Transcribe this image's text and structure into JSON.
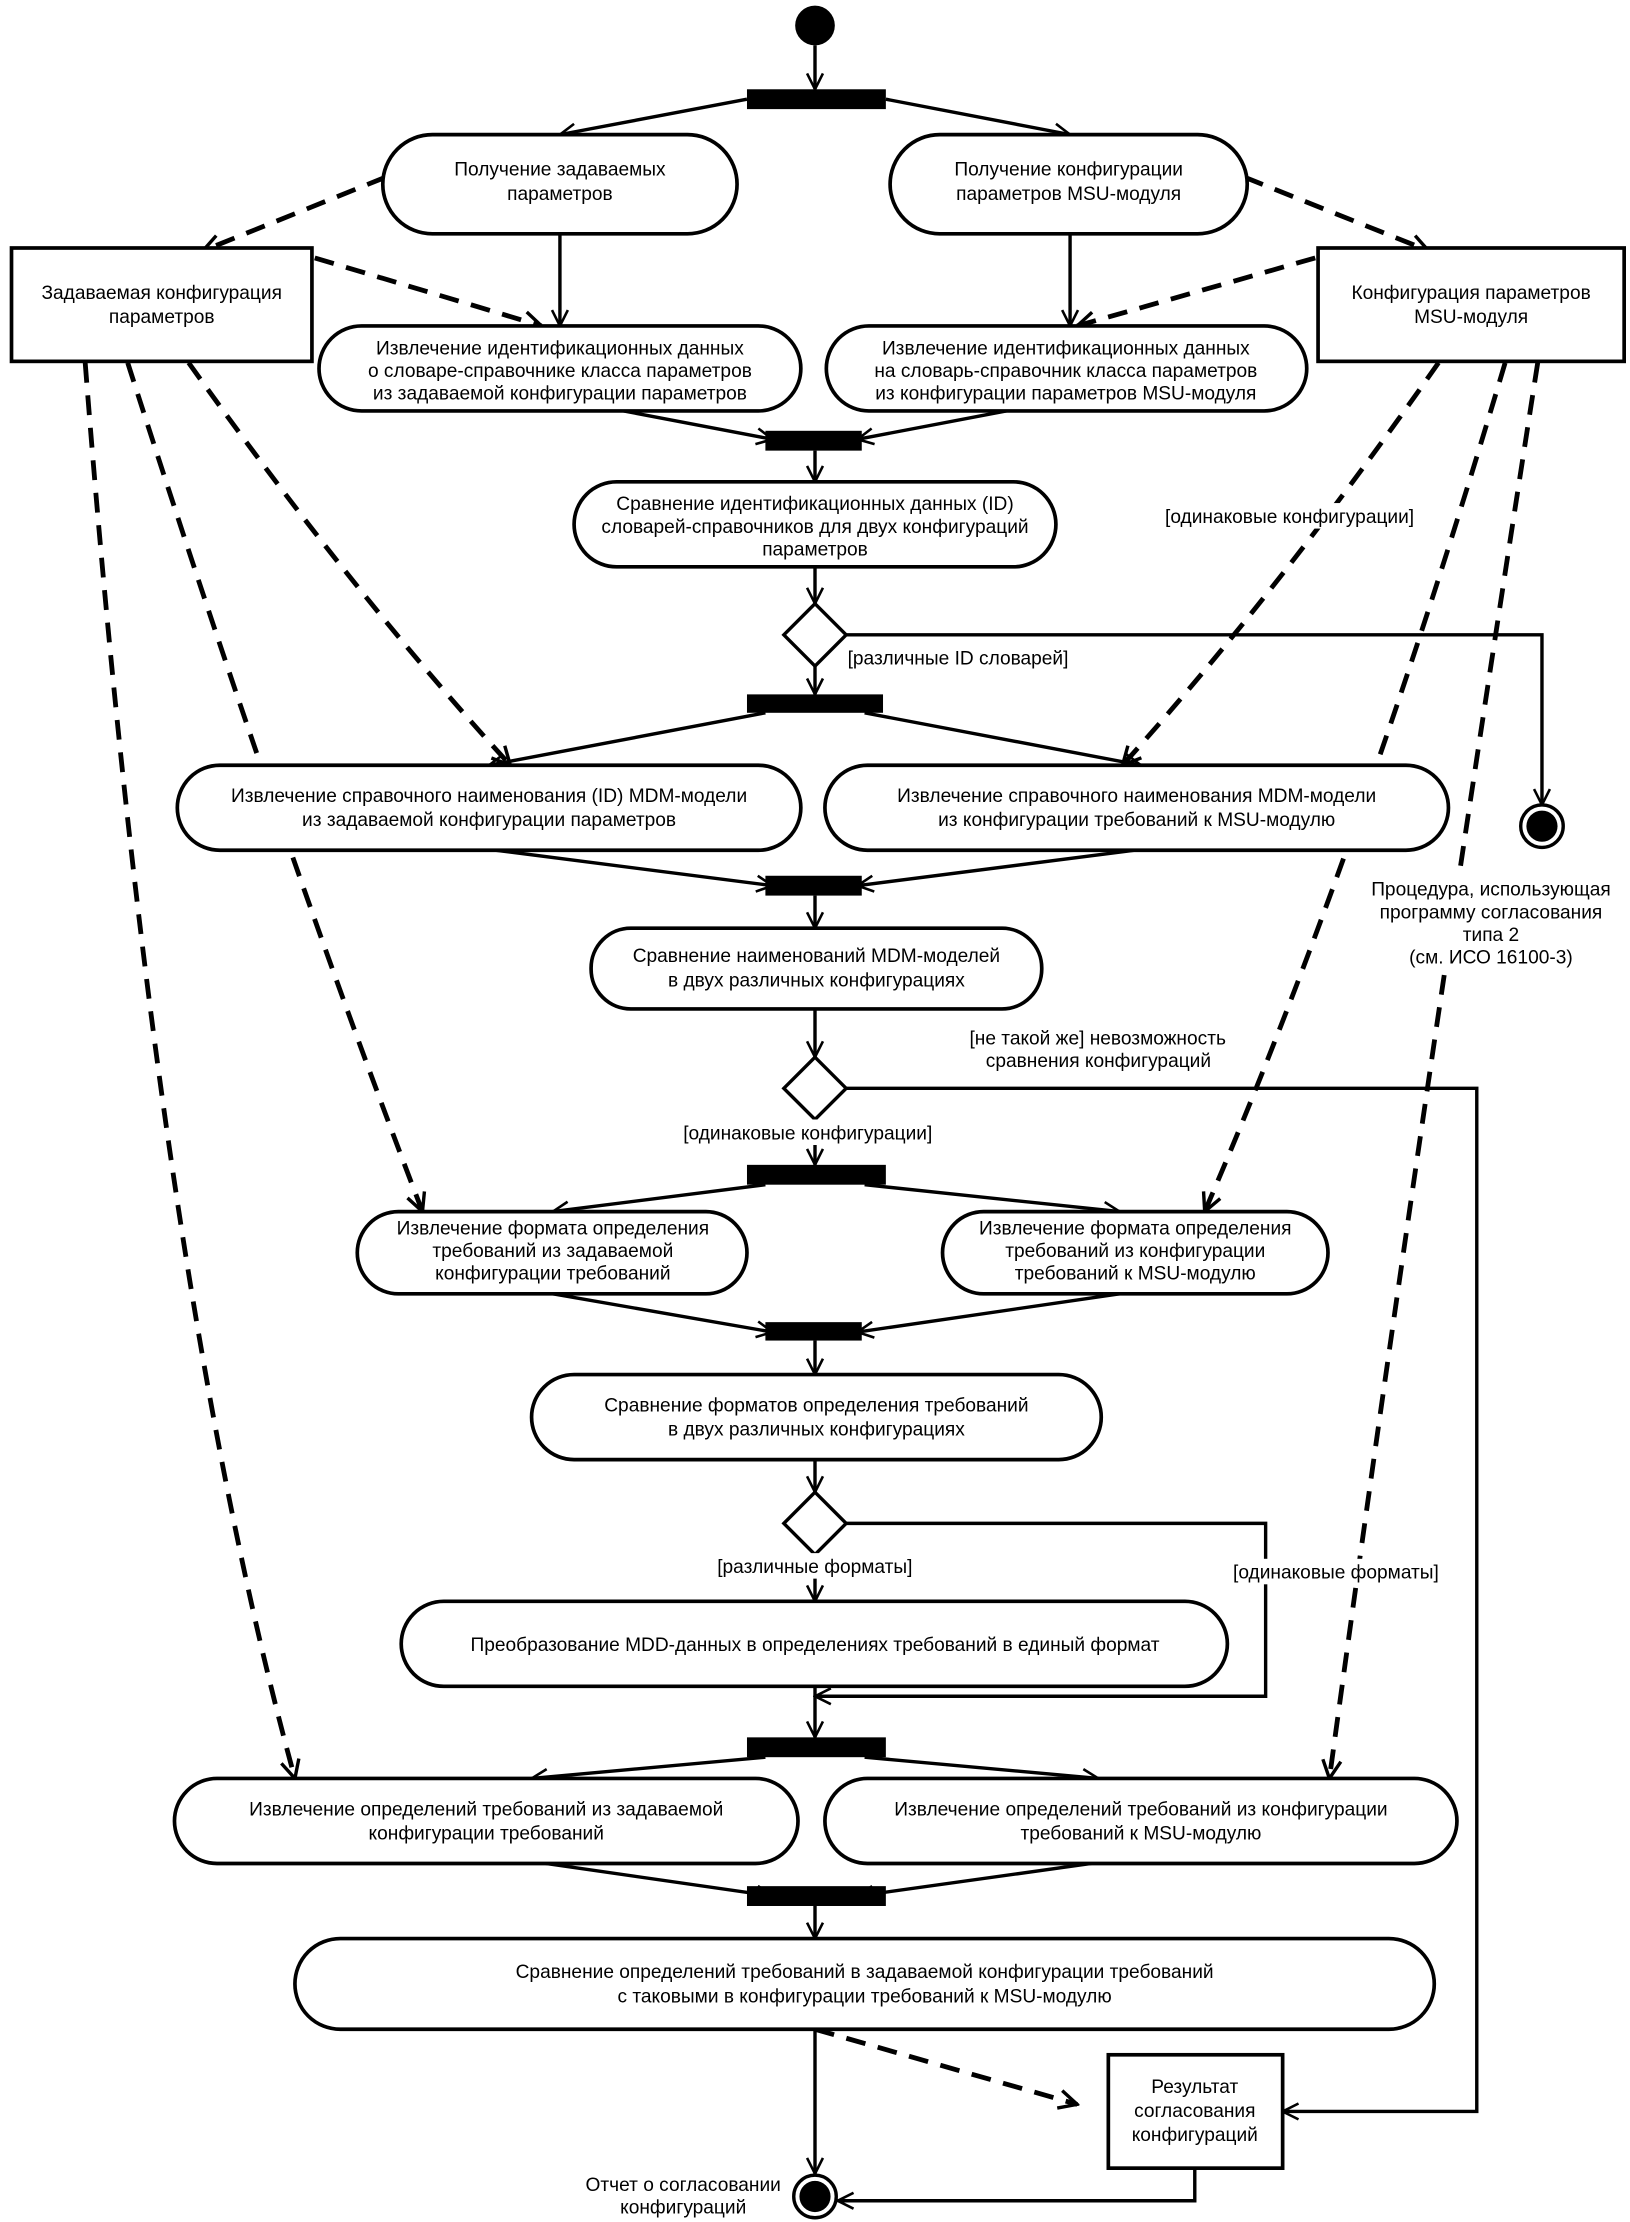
{
  "diagram": {
    "type": "uml-activity-diagram",
    "colors": {
      "stroke": "#000000",
      "background": "#ffffff"
    },
    "objects": {
      "given_config": [
        "Задаваемая конфигурация",
        "параметров"
      ],
      "msu_config": [
        "Конфигурация параметров",
        "MSU-модуля"
      ],
      "result": [
        "Результат",
        "согласования",
        "конфигураций"
      ]
    },
    "actions": {
      "get_given_params": [
        "Получение задаваемых",
        "параметров"
      ],
      "get_msu_config": [
        "Получение конфигурации",
        "параметров MSU-модуля"
      ],
      "extract_id_given": [
        "Извлечение идентификационных данных",
        "о словаре-справочнике класса параметров",
        "из задаваемой конфигурации параметров"
      ],
      "extract_id_msu": [
        "Извлечение идентификационных данных",
        "на словарь-справочник класса параметров",
        "из конфигурации параметров MSU-модуля"
      ],
      "compare_ids": [
        "Сравнение идентификационных данных (ID)",
        "словарей-справочников для двух конфигураций",
        "параметров"
      ],
      "extract_mdm_given": [
        "Извлечение справочного наименования (ID) MDM-модели",
        "из задаваемой конфигурации параметров"
      ],
      "extract_mdm_msu": [
        "Извлечение справочного наименования MDM-модели",
        "из конфигурации требований к MSU-модулю"
      ],
      "compare_mdm": [
        "Сравнение наименований MDM-моделей",
        "в двух различных конфигурациях"
      ],
      "extract_format_given": [
        "Извлечение формата определения",
        "требований из задаваемой",
        "конфигурации требований"
      ],
      "extract_format_msu": [
        "Извлечение формата определения",
        "требований из конфигурации",
        "требований к MSU-модулю"
      ],
      "compare_formats": [
        "Сравнение форматов определения требований",
        "в двух различных конфигурациях"
      ],
      "convert_mdd": [
        "Преобразование MDD-данных в определениях требований в единый формат"
      ],
      "extract_defs_given": [
        "Извлечение определений требований из задаваемой",
        "конфигурации требований"
      ],
      "extract_defs_msu": [
        "Извлечение определений требований из конфигурации",
        "требований к MSU-модулю"
      ],
      "compare_defs": [
        "Сравнение определений требований в задаваемой конфигурации требований",
        "с таковыми в конфигурации требований к MSU-модулю"
      ]
    },
    "guards": {
      "same_configs_1": "[одинаковые конфигурации]",
      "different_ids": "[различные ID словарей]",
      "not_same": [
        "[не такой же] невозможность",
        "сравнения конфигураций"
      ],
      "same_configs_2": "[одинаковые конфигурации]",
      "different_formats": "[различные форматы]",
      "same_formats": "[одинаковые форматы]"
    },
    "notes": {
      "procedure_type2": [
        "Процедура, использующая",
        "программу согласования",
        "типа 2",
        "(см. ИСО 16100-3)"
      ],
      "report": [
        "Отчет о согласовании",
        "конфигураций"
      ]
    }
  }
}
